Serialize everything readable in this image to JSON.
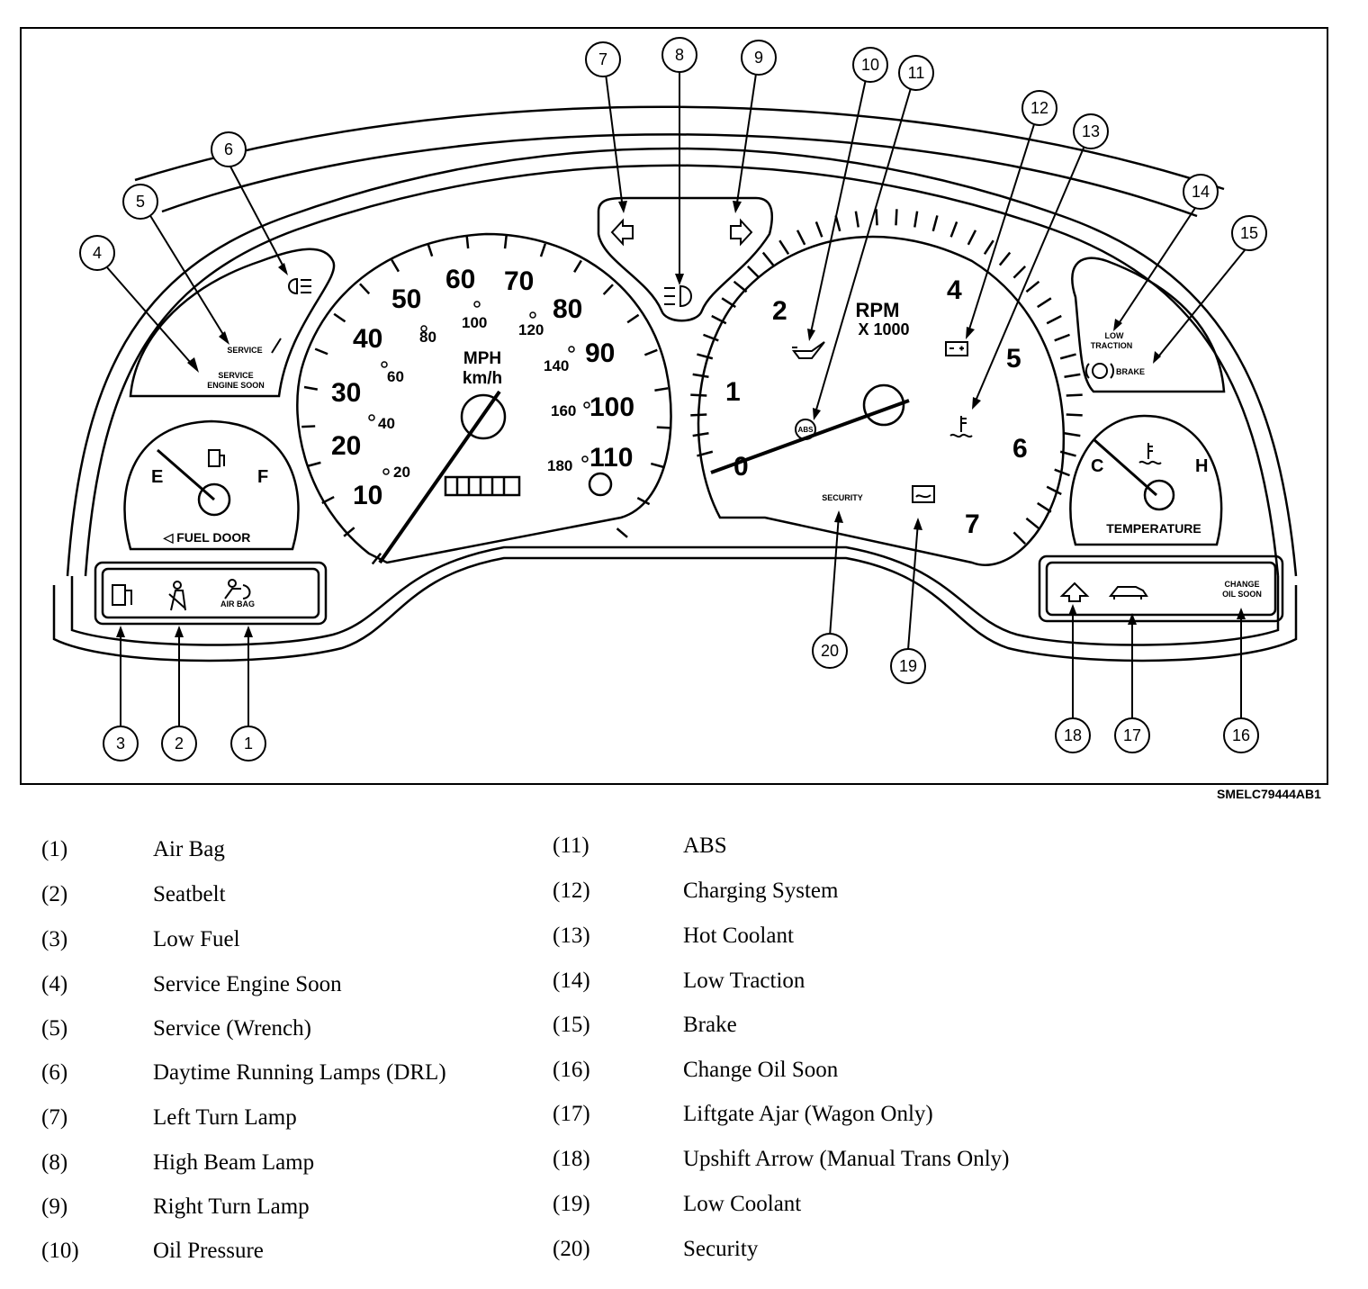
{
  "figure_code": "SMELC79444AB1",
  "gauges": {
    "speedometer": {
      "unit_top": "MPH",
      "unit_bottom": "km/h",
      "mph_labels": [
        "10",
        "20",
        "30",
        "40",
        "50",
        "60",
        "70",
        "80",
        "90",
        "100",
        "110"
      ],
      "kmh_labels": [
        "20",
        "40",
        "60",
        "80",
        "100",
        "120",
        "140",
        "160",
        "180"
      ]
    },
    "tachometer": {
      "title": "RPM",
      "multiplier": "X 1000",
      "labels": [
        "0",
        "1",
        "2",
        "4",
        "5",
        "6",
        "7"
      ]
    },
    "fuel": {
      "empty": "E",
      "full": "F",
      "fuel_door": "◁ FUEL DOOR"
    },
    "temperature": {
      "cold": "C",
      "hot": "H",
      "label": "TEMPERATURE"
    }
  },
  "indicator_text": {
    "service": "SERVICE",
    "service_engine_soon_line1": "SERVICE",
    "service_engine_soon_line2": "ENGINE SOON",
    "low_traction_line1": "LOW",
    "low_traction_line2": "TRACTION",
    "brake": "BRAKE",
    "security": "SECURITY",
    "air_bag": "AIR BAG",
    "change_oil_line1": "CHANGE",
    "change_oil_line2": "OIL SOON",
    "abs": "ABS"
  },
  "callouts": [
    "1",
    "2",
    "3",
    "4",
    "5",
    "6",
    "7",
    "8",
    "9",
    "10",
    "11",
    "12",
    "13",
    "14",
    "15",
    "16",
    "17",
    "18",
    "19",
    "20"
  ],
  "legend_left": [
    {
      "num": "(1)",
      "label": "Air Bag"
    },
    {
      "num": "(2)",
      "label": "Seatbelt"
    },
    {
      "num": "(3)",
      "label": "Low Fuel"
    },
    {
      "num": "(4)",
      "label": "Service Engine Soon"
    },
    {
      "num": "(5)",
      "label": "Service (Wrench)"
    },
    {
      "num": "(6)",
      "label": "Daytime Running Lamps (DRL)"
    },
    {
      "num": "(7)",
      "label": "Left Turn Lamp"
    },
    {
      "num": "(8)",
      "label": "High Beam Lamp"
    },
    {
      "num": "(9)",
      "label": "Right Turn Lamp"
    },
    {
      "num": "(10)",
      "label": "Oil Pressure"
    }
  ],
  "legend_right": [
    {
      "num": "(11)",
      "label": "ABS"
    },
    {
      "num": "(12)",
      "label": "Charging System"
    },
    {
      "num": "(13)",
      "label": "Hot Coolant"
    },
    {
      "num": "(14)",
      "label": "Low Traction"
    },
    {
      "num": "(15)",
      "label": "Brake"
    },
    {
      "num": "(16)",
      "label": "Change Oil Soon"
    },
    {
      "num": "(17)",
      "label": "Liftgate Ajar (Wagon Only)"
    },
    {
      "num": "(18)",
      "label": "Upshift Arrow (Manual Trans Only)"
    },
    {
      "num": "(19)",
      "label": "Low Coolant"
    },
    {
      "num": "(20)",
      "label": "Security"
    }
  ]
}
